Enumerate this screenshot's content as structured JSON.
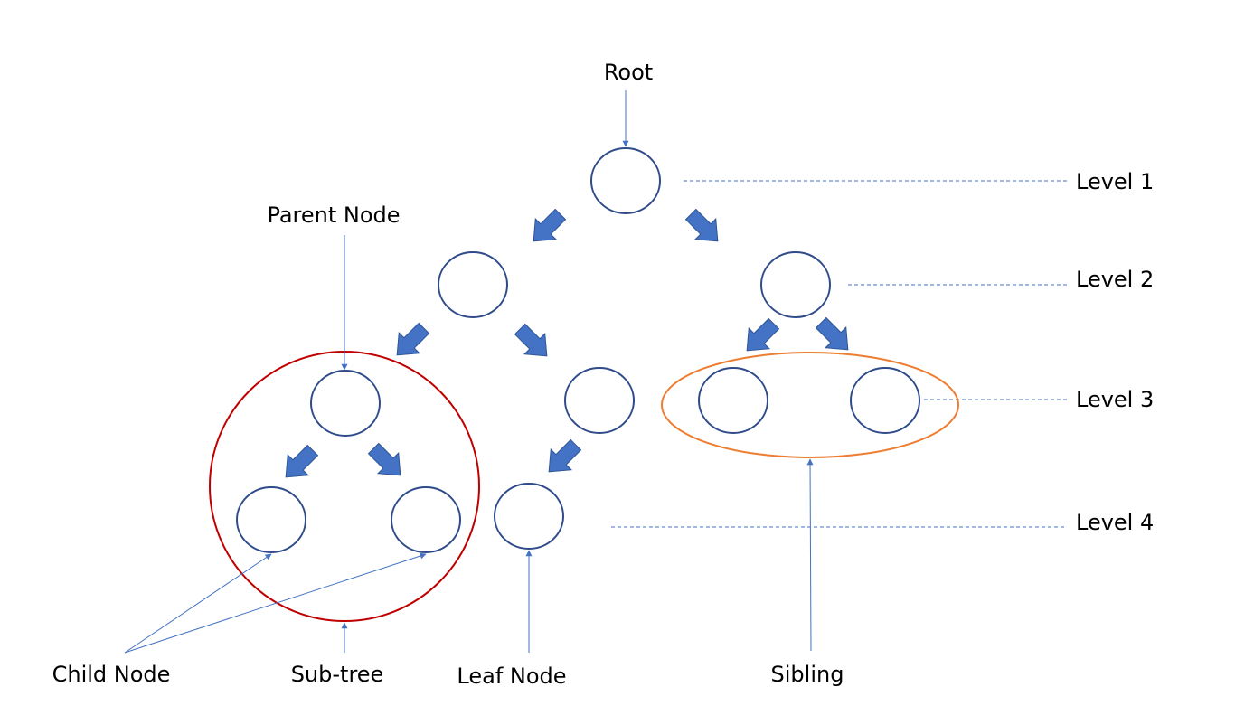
{
  "labels": {
    "root": "Root",
    "parent_node": "Parent Node",
    "child_node": "Child Node",
    "sub_tree": "Sub-tree",
    "leaf_node": "Leaf Node",
    "sibling": "Sibling"
  },
  "levels": [
    "Level 1",
    "Level 2",
    "Level 3",
    "Level 4"
  ],
  "colors": {
    "node_stroke": "#2F4B8A",
    "arrow_fill": "#4472C4",
    "pointer_line": "#4472C4",
    "level_line": "#4472C4",
    "subtree_circle": "#C00000",
    "sibling_ellipse": "#ED7D31",
    "text": "#000000"
  }
}
